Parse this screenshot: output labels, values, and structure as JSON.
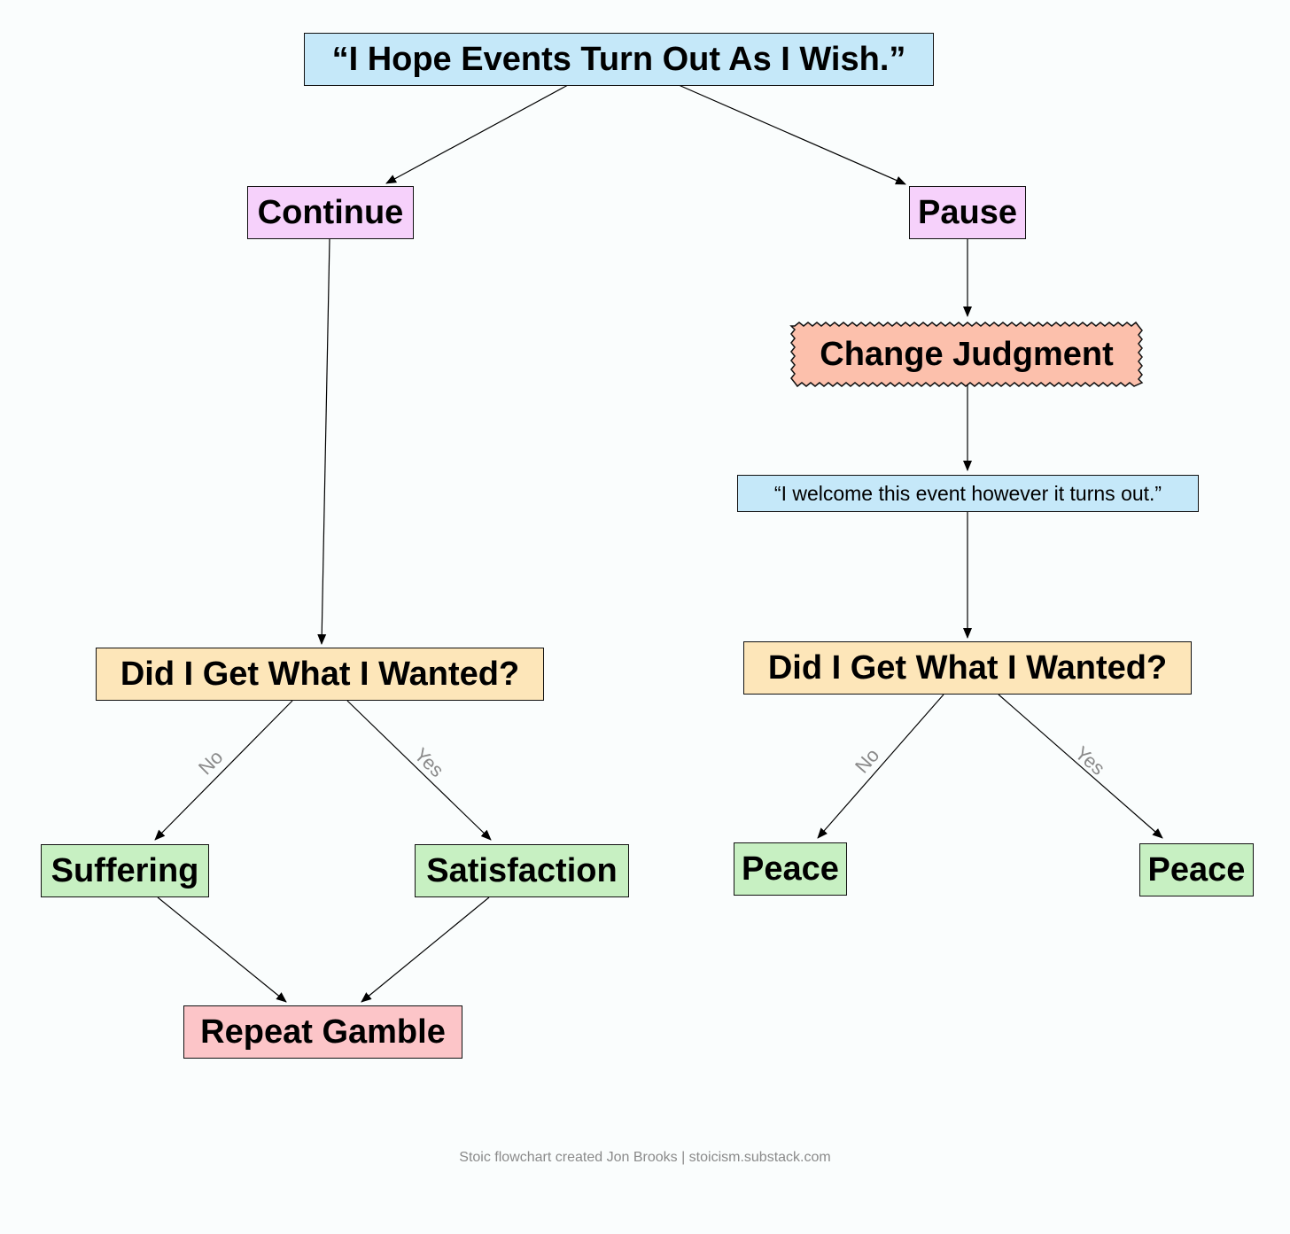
{
  "nodes": {
    "start": "“I Hope Events Turn Out As I Wish.”",
    "continue": "Continue",
    "pause": "Pause",
    "change_judgment": "Change Judgment",
    "welcome": "“I welcome this event however it turns out.”",
    "did_left": "Did I Get What I Wanted?",
    "did_right": "Did I Get What I Wanted?",
    "suffering": "Suffering",
    "satisfaction": "Satisfaction",
    "repeat_gamble": "Repeat Gamble",
    "peace_left": "Peace",
    "peace_right": "Peace"
  },
  "edge_labels": {
    "left_no": "No",
    "left_yes": "Yes",
    "right_no": "No",
    "right_yes": "Yes"
  },
  "credit": "Stoic flowchart created Jon Brooks | stoicism.substack.com",
  "colors": {
    "quote": "#c5e8f9",
    "choice": "#f6d1fb",
    "question": "#fde6b9",
    "outcome": "#c7f0c2",
    "repeat": "#fcc5c8",
    "judgment": "#fcc0ac"
  }
}
